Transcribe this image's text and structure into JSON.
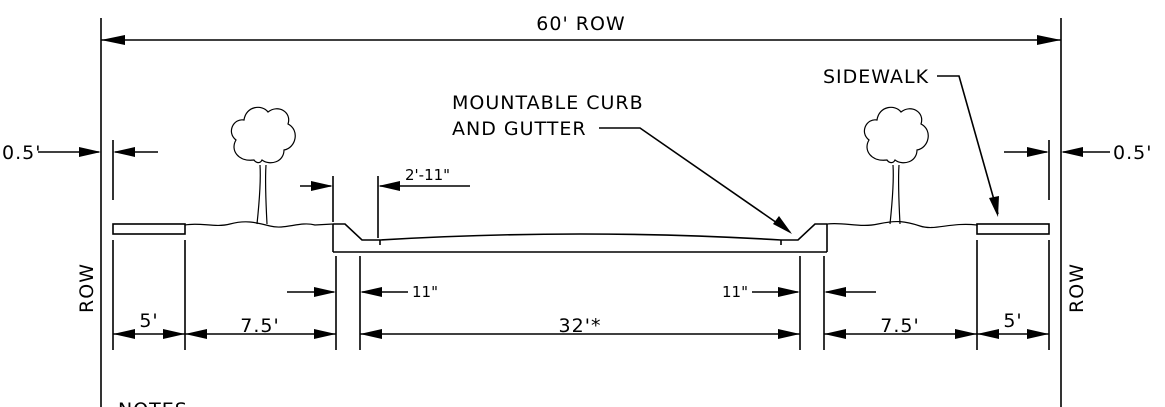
{
  "labels": {
    "row_total": "60' ROW",
    "sidewalk": "SIDEWALK",
    "curb_line1": "MOUNTABLE CURB",
    "curb_line2": "AND GUTTER",
    "offset_left": "0.5'",
    "offset_right": "0.5'",
    "gutter_width": "2'-11\"",
    "row_left": "ROW",
    "row_right": "ROW",
    "curb_left": "11\"",
    "curb_right": "11\"",
    "sidewalk_left": "5'",
    "sidewalk_right": "5'",
    "planting_left": "7.5'",
    "planting_right": "7.5'",
    "pavement": "32'*",
    "notes": "NOTES"
  }
}
